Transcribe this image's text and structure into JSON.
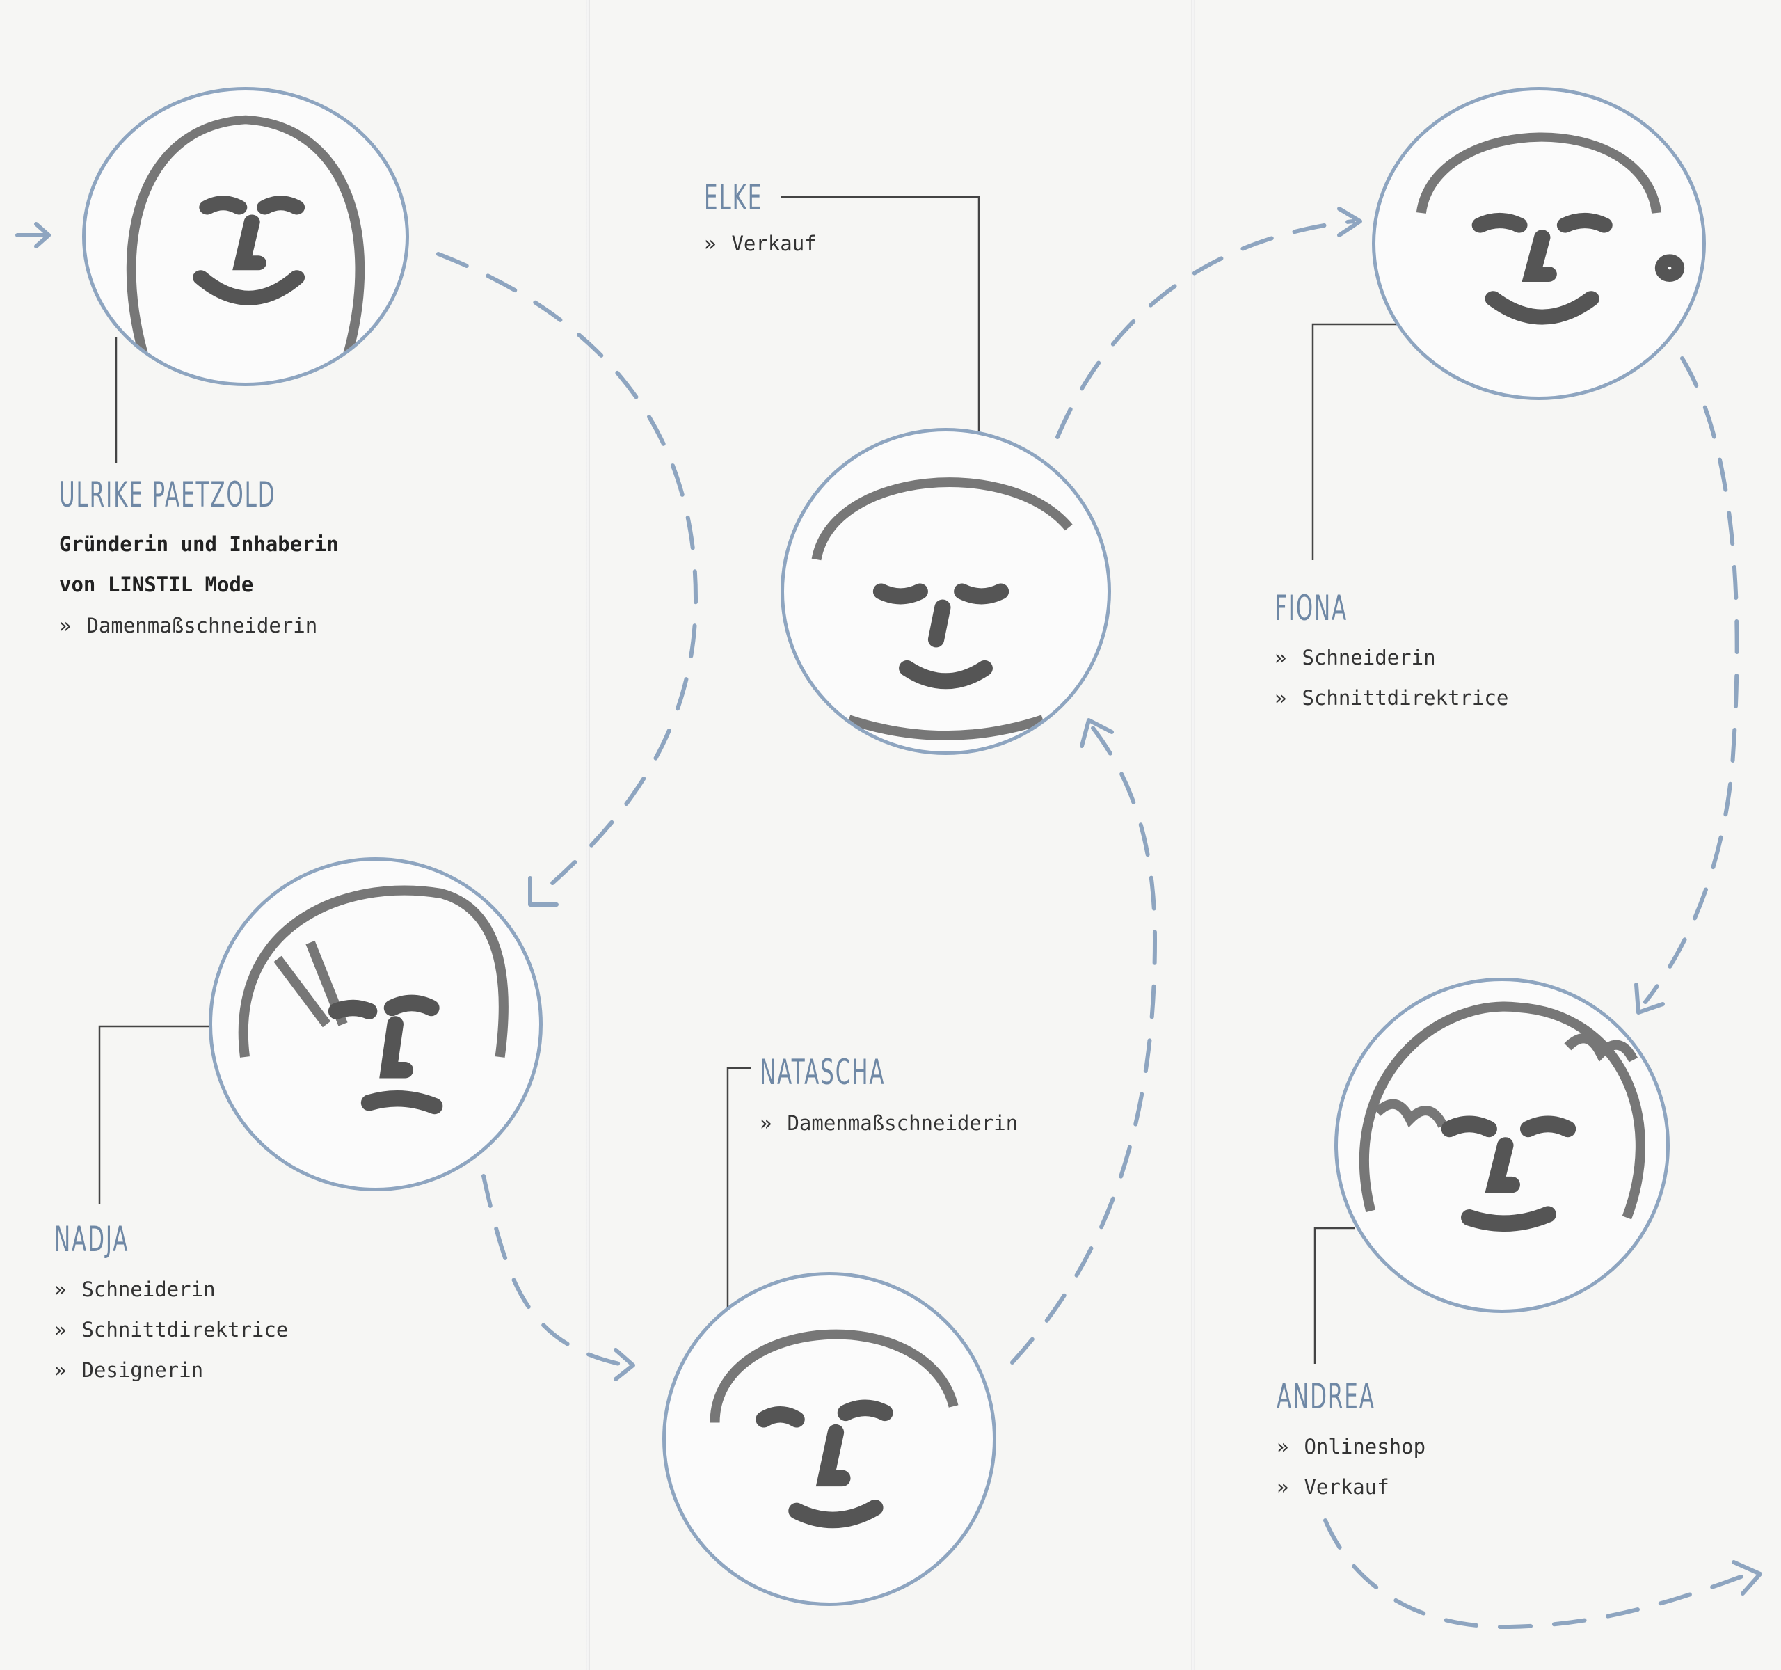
{
  "team": {
    "ulrike": {
      "name": "ULRIKE PAETZOLD",
      "title_line1": "Gründerin und Inhaberin",
      "title_line2": "von LINSTIL Mode",
      "roles": [
        "Damenmaßschneiderin"
      ]
    },
    "elke": {
      "name": "ELKE",
      "roles": [
        "Verkauf"
      ]
    },
    "fiona": {
      "name": "FIONA",
      "roles": [
        "Schneiderin",
        "Schnittdirektrice"
      ]
    },
    "nadja": {
      "name": "NADJA",
      "roles": [
        "Schneiderin",
        "Schnittdirektrice",
        "Designerin"
      ]
    },
    "natascha": {
      "name": "NATASCHA",
      "roles": [
        "Damenmaßschneiderin"
      ]
    },
    "andrea": {
      "name": "ANDREA",
      "roles": [
        "Onlineshop",
        "Verkauf"
      ]
    }
  },
  "bullet_symbol": "»",
  "colors": {
    "accent": "#8ea5c0",
    "text": "#333333",
    "leader_line": "#444444",
    "paper": "#f6f6f4"
  }
}
